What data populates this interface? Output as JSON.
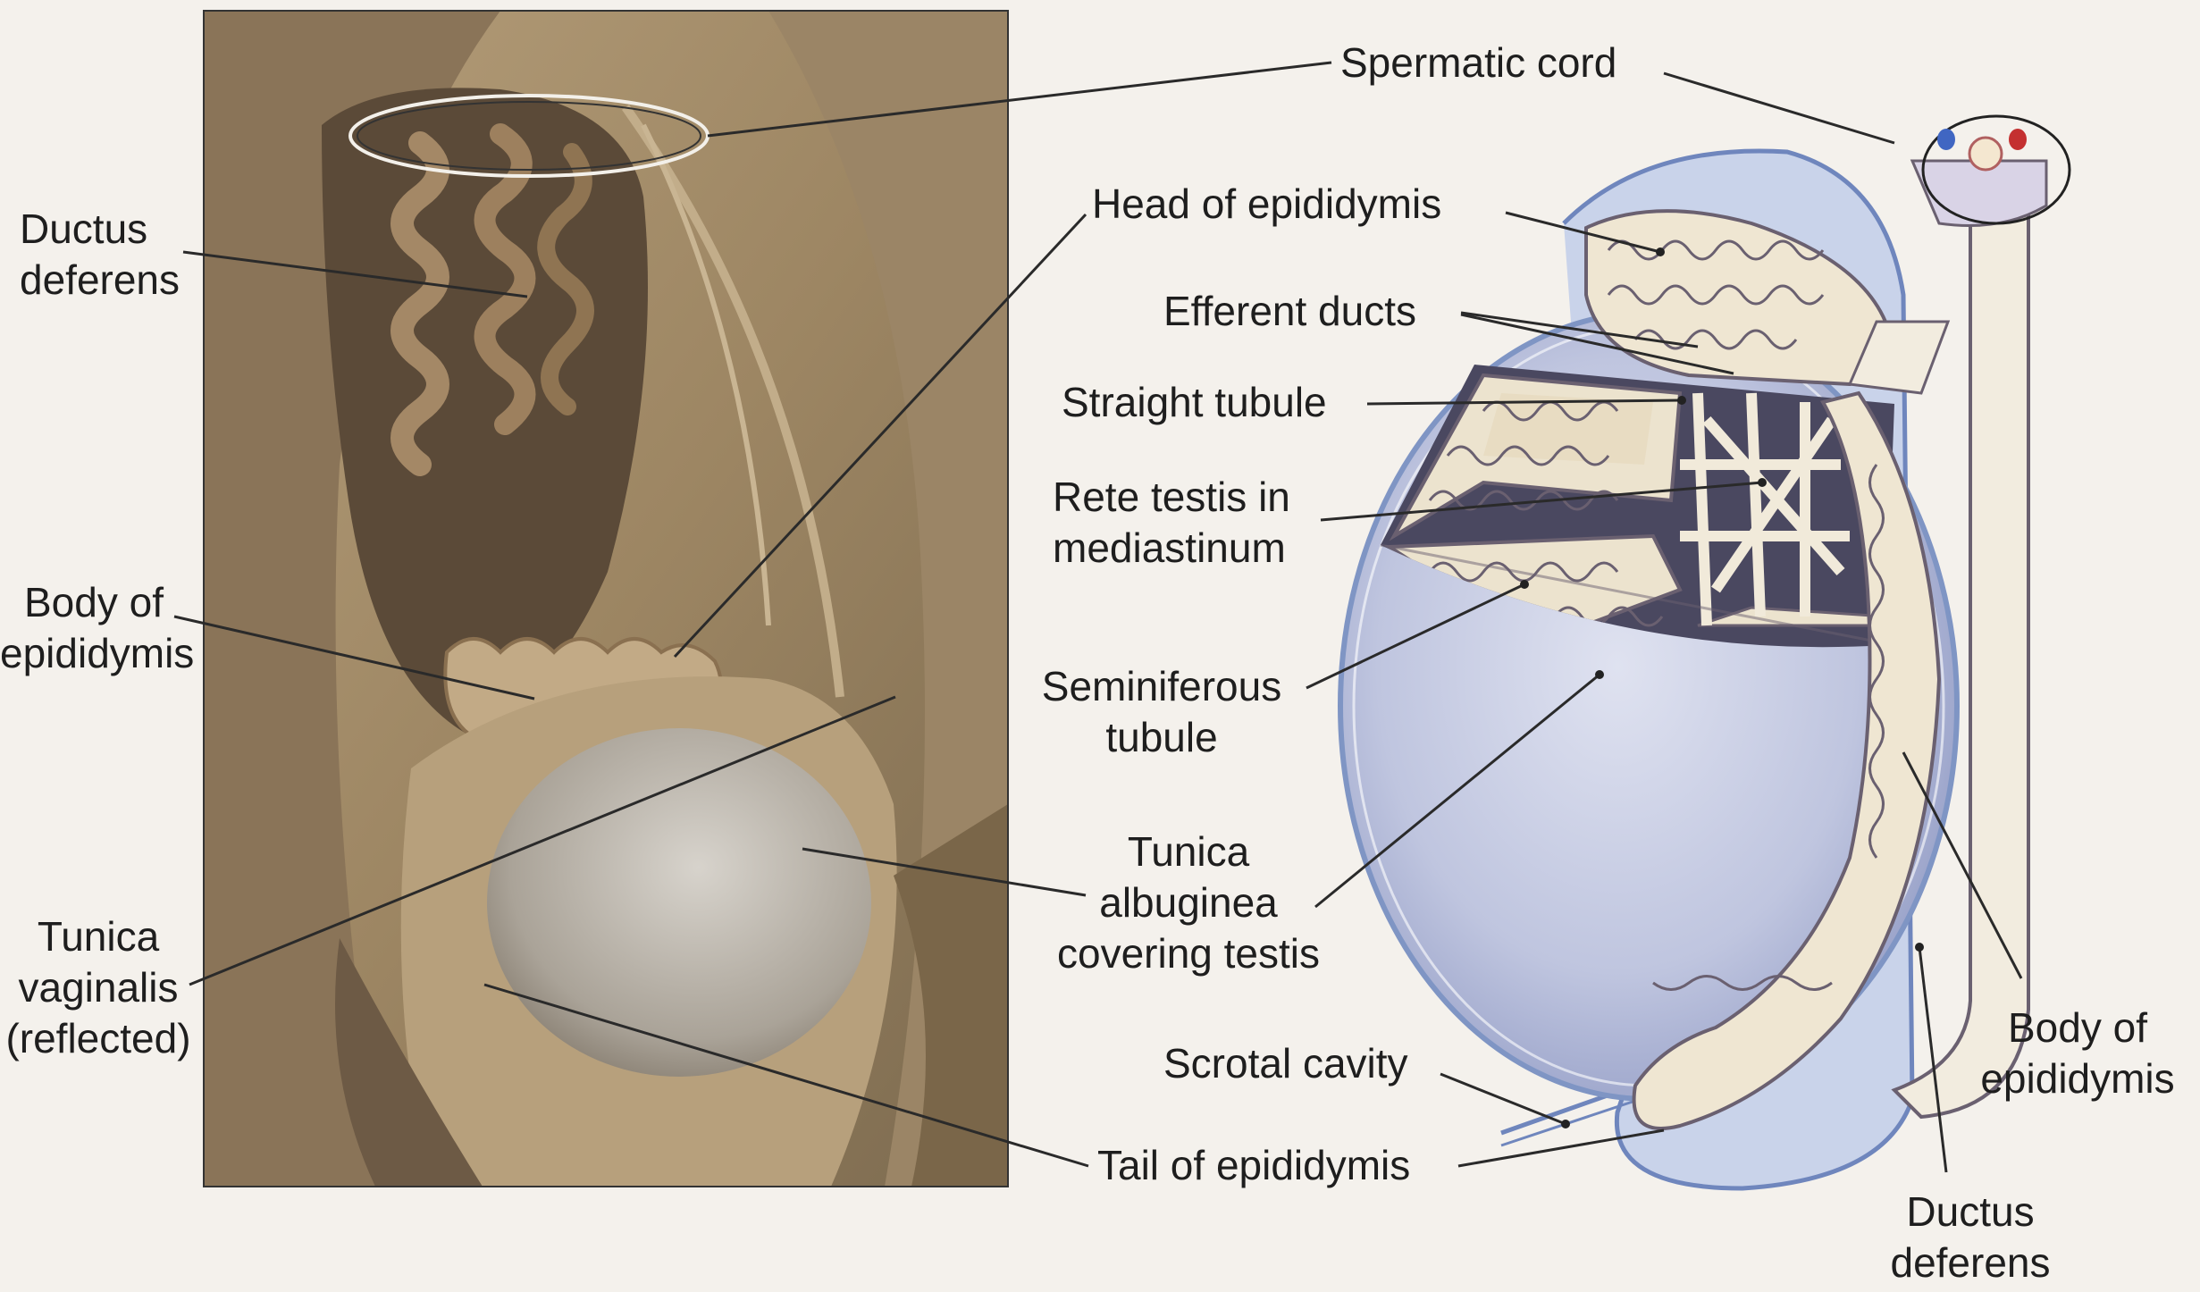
{
  "labels": {
    "spermatic_cord": "Spermatic cord",
    "ductus_deferens_left": [
      "Ductus",
      "deferens"
    ],
    "head_of_epididymis": "Head of epididymis",
    "efferent_ducts": "Efferent ducts",
    "straight_tubule": "Straight tubule",
    "rete_testis": [
      "Rete testis in",
      "mediastinum"
    ],
    "body_of_epididymis_left": [
      "Body of",
      "epididymis"
    ],
    "seminiferous_tubule": [
      "Seminiferous",
      "tubule"
    ],
    "tunica_albuginea": [
      "Tunica",
      "albuginea",
      "covering testis"
    ],
    "tunica_vaginalis": [
      "Tunica",
      "vaginalis",
      "(reflected)"
    ],
    "scrotal_cavity": "Scrotal cavity",
    "tail_of_epididymis": "Tail of epididymis",
    "body_of_epididymis_right": [
      "Body of",
      "epididymis"
    ],
    "ductus_deferens_right": [
      "Ductus",
      "deferens"
    ]
  },
  "colors": {
    "photo_tissue": "#a8906a",
    "photo_dark": "#5e4c38",
    "testis_blue": "#b9c0dc",
    "tunica_outline": "#7f95c4",
    "tubule_cream": "#efe6d2",
    "tubule_line": "#6a6070",
    "leader_line": "#2a2a2a"
  }
}
